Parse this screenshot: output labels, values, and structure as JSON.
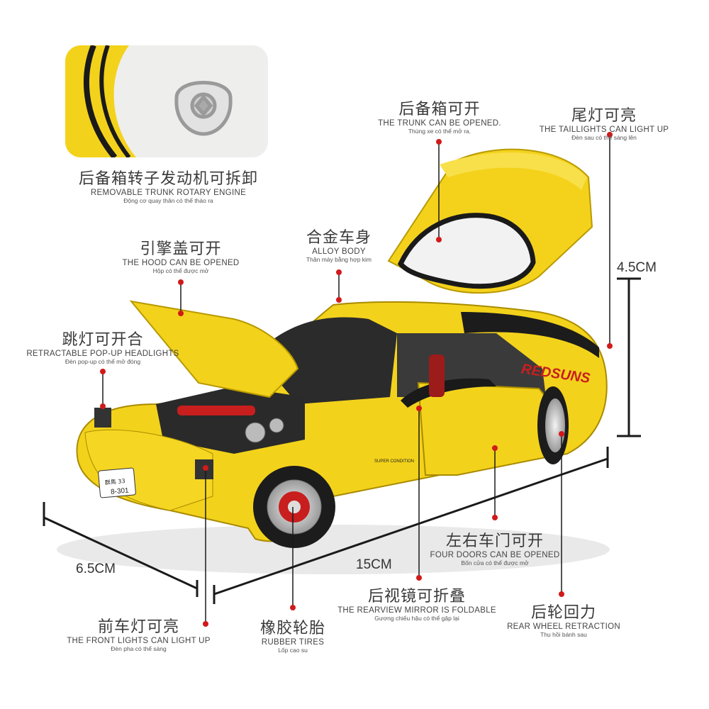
{
  "labels": {
    "engine": {
      "cn": "后备箱转子发动机可拆卸",
      "en": "REMOVABLE TRUNK ROTARY ENGINE",
      "vi": "Động cơ quay thân có thể tháo ra"
    },
    "hood": {
      "cn": "引擎盖可开",
      "en": "THE HOOD CAN BE OPENED",
      "vi": "Hộp có thể được mở"
    },
    "popup": {
      "cn": "跳灯可开合",
      "en": "RETRACTABLE POP-UP HEADLIGHTS",
      "vi": "Đèn pop-up có thể mở đóng"
    },
    "body": {
      "cn": "合金车身",
      "en": "ALLOY BODY",
      "vi": "Thân máy bằng hợp kim"
    },
    "trunk": {
      "cn": "后备箱可开",
      "en": "THE TRUNK CAN BE OPENED.",
      "vi": "Thùng xe có thể mở ra."
    },
    "tail": {
      "cn": "尾灯可亮",
      "en": "THE TAILLIGHTS CAN LIGHT UP",
      "vi": "Đèn sau có thể sáng lên"
    },
    "doors": {
      "cn": "左右车门可开",
      "en": "FOUR DOORS CAN BE OPENED",
      "vi": "Bốn cửa có thể được mở"
    },
    "mirror": {
      "cn": "后视镜可折叠",
      "en": "THE REARVIEW MIRROR IS FOLDABLE",
      "vi": "Gương chiếu hậu có thể gập lại"
    },
    "rear": {
      "cn": "后轮回力",
      "en": "REAR WHEEL RETRACTION",
      "vi": "Thu hồi bánh sau"
    },
    "tires": {
      "cn": "橡胶轮胎",
      "en": "RUBBER TIRES",
      "vi": "Lốp cao su"
    },
    "front": {
      "cn": "前车灯可亮",
      "en": "THE FRONT LIGHTS CAN LIGHT UP",
      "vi": "Đèn pha có thể sáng"
    }
  },
  "dimensions": {
    "height": "4.5CM",
    "width": "6.5CM",
    "length": "15CM"
  },
  "car_text": {
    "decal": "REDSUNS",
    "plate_top": "群馬 33",
    "plate_bottom": "8-301",
    "sponsor": "SUPER CONDITION"
  },
  "colors": {
    "body": "#f3d21b",
    "accent": "#c81e1e",
    "dot": "#d11a1a"
  }
}
